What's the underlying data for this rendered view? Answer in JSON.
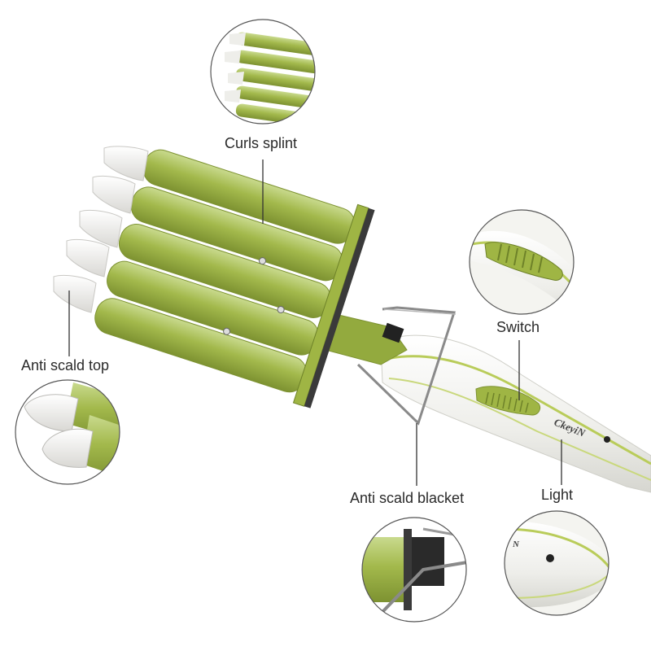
{
  "labels": {
    "curls_splint": "Curls splint",
    "switch": "Switch",
    "anti_scald_top": "Anti scald top",
    "anti_scald_blacket": "Anti scald blacket",
    "light": "Light"
  },
  "brand": "CkeyiN",
  "brand_small": "N",
  "colors": {
    "barrel": "#a3b94c",
    "barrel_dark": "#7f9433",
    "barrel_light": "#c7d88a",
    "handle": "#f1f1ee",
    "accent_line": "#b9cc5a",
    "tip": "#ecebe8",
    "leader": "#333333",
    "circle_border": "#555555"
  }
}
